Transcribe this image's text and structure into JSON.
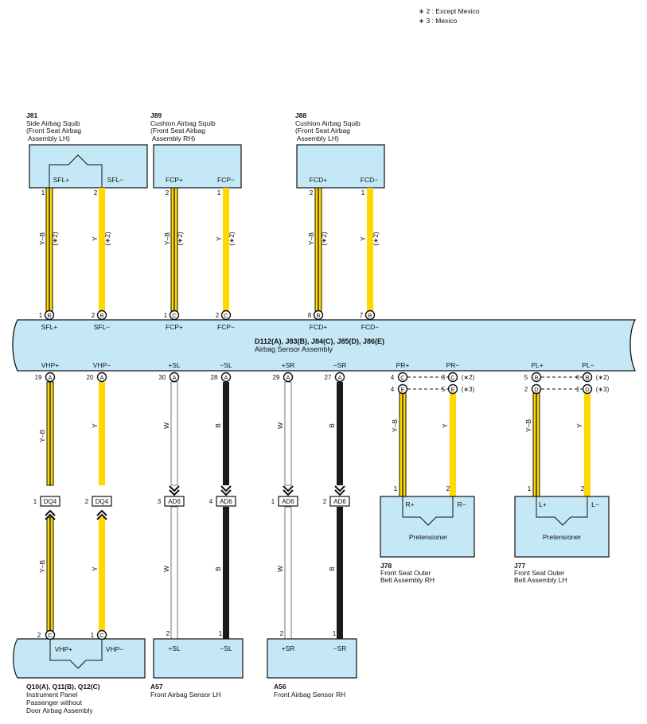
{
  "notes": [
    "∗ 2 : Except Mexico",
    "∗ 3 : Mexico"
  ],
  "ecu": {
    "title": "D112(A), J83(B), J84(C), J85(D), J86(E)",
    "name": "Airbag Sensor Assembly",
    "top_pins": [
      "SFL+",
      "SFL−",
      "FCP+",
      "FCP−",
      "FCD+",
      "FCD−"
    ],
    "bottom_pins": [
      "VHP+",
      "VHP−",
      "+SL",
      "−SL",
      "+SR",
      "−SR",
      "PR+",
      "PR−",
      "PL+",
      "PL−"
    ]
  },
  "components": {
    "j81": {
      "id": "J81",
      "name": [
        "Side Airbag Squib",
        "(Front Seat Airbag",
        " Assembly LH)"
      ],
      "pins": [
        "SFL+",
        "SFL−"
      ]
    },
    "j89": {
      "id": "J89",
      "name": [
        "Cushion Airbag Squib",
        "(Front Seat Airbag",
        " Assembly RH)"
      ],
      "pins": [
        "FCP+",
        "FCP−"
      ]
    },
    "j88": {
      "id": "J88",
      "name": [
        "Cushion Airbag Squib",
        "(Front Seat Airbag",
        " Assembly LH)"
      ],
      "pins": [
        "FCD+",
        "FCD−"
      ]
    },
    "j78": {
      "id": "J78",
      "name": [
        "Front Seat Outer",
        "Belt Assembly RH"
      ],
      "label": "Pretensioner",
      "pins": [
        "R+",
        "R−"
      ]
    },
    "j77": {
      "id": "J77",
      "name": [
        "Front Seat Outer",
        "Belt Assembly LH"
      ],
      "label": "Pretensioner",
      "pins": [
        "L+",
        "L−"
      ]
    },
    "q10": {
      "id": "Q10(A), Q11(B), Q12(C)",
      "name": [
        "Instrument Panel",
        "Passenger without",
        "Door Airbag Assembly"
      ],
      "pins": [
        "VHP+",
        "VHP−"
      ]
    },
    "a57": {
      "id": "A57",
      "name": [
        "Front Airbag Sensor LH"
      ],
      "pins": [
        "+SL",
        "−SL"
      ]
    },
    "a56": {
      "id": "A56",
      "name": [
        "Front Airbag Sensor RH"
      ],
      "pins": [
        "+SR",
        "−SR"
      ]
    }
  },
  "junction_connectors": {
    "dq4": "DQ4",
    "ad6": "AD6"
  },
  "colors": {
    "fill": "#c5e8f6",
    "yellow": "#ffd800",
    "black": "#1a1a1a",
    "white_wire": "#ffffff"
  },
  "wires": [
    {
      "from_pin": "1",
      "to_conn": "B",
      "to_pin": "1",
      "color": "Y–B",
      "note": "(∗2)"
    },
    {
      "from_pin": "2",
      "to_conn": "B",
      "to_pin": "2",
      "color": "Y",
      "note": "(∗2)"
    },
    {
      "from_pin": "2",
      "to_conn": "C",
      "to_pin": "1",
      "color": "Y–B",
      "note": "(∗2)"
    },
    {
      "from_pin": "1",
      "to_conn": "C",
      "to_pin": "2",
      "color": "Y",
      "note": "(∗2)"
    },
    {
      "from_pin": "2",
      "to_conn": "B",
      "to_pin": "8",
      "color": "Y–B",
      "note": "(∗2)"
    },
    {
      "from_pin": "1",
      "to_conn": "B",
      "to_pin": "7",
      "color": "Y",
      "note": "(∗2)"
    },
    {
      "ecu_conn": "A",
      "ecu_pin": "19",
      "j_pin": "1",
      "j_conn": "DQ4",
      "dev_conn": "C",
      "dev_pin": "2",
      "color": "Y–B"
    },
    {
      "ecu_conn": "A",
      "ecu_pin": "20",
      "j_pin": "2",
      "j_conn": "DQ4",
      "dev_conn": "C",
      "dev_pin": "1",
      "color": "Y"
    },
    {
      "ecu_conn": "A",
      "ecu_pin": "30",
      "j_pin": "3",
      "j_conn": "AD6",
      "dev_pin": "2",
      "color": "W"
    },
    {
      "ecu_conn": "A",
      "ecu_pin": "28",
      "j_pin": "4",
      "j_conn": "AD6",
      "dev_pin": "1",
      "color": "B"
    },
    {
      "ecu_conn": "A",
      "ecu_pin": "29",
      "j_pin": "1",
      "j_conn": "AD6",
      "dev_pin": "2",
      "color": "W"
    },
    {
      "ecu_conn": "A",
      "ecu_pin": "27",
      "j_pin": "2",
      "j_conn": "AD6",
      "dev_pin": "1",
      "color": "B"
    },
    {
      "pins_a": [
        "4",
        "4"
      ],
      "conns_a": [
        "C",
        "E"
      ],
      "pins_b": [
        "3",
        "5"
      ],
      "conns_b": [
        "C",
        "E"
      ],
      "notes": [
        "(∗2)",
        "(∗3)"
      ],
      "color": "Y–B",
      "color_b": "Y",
      "dev_pins": [
        "1",
        "2"
      ]
    },
    {
      "pins_a": [
        "5",
        "2"
      ],
      "conns_a": [
        "B",
        "D"
      ],
      "pins_b": [
        "6",
        "1"
      ],
      "conns_b": [
        "B",
        "D"
      ],
      "notes": [
        "(∗2)",
        "(∗3)"
      ],
      "color": "Y–B",
      "color_b": "Y",
      "dev_pins": [
        "1",
        "2"
      ]
    }
  ]
}
